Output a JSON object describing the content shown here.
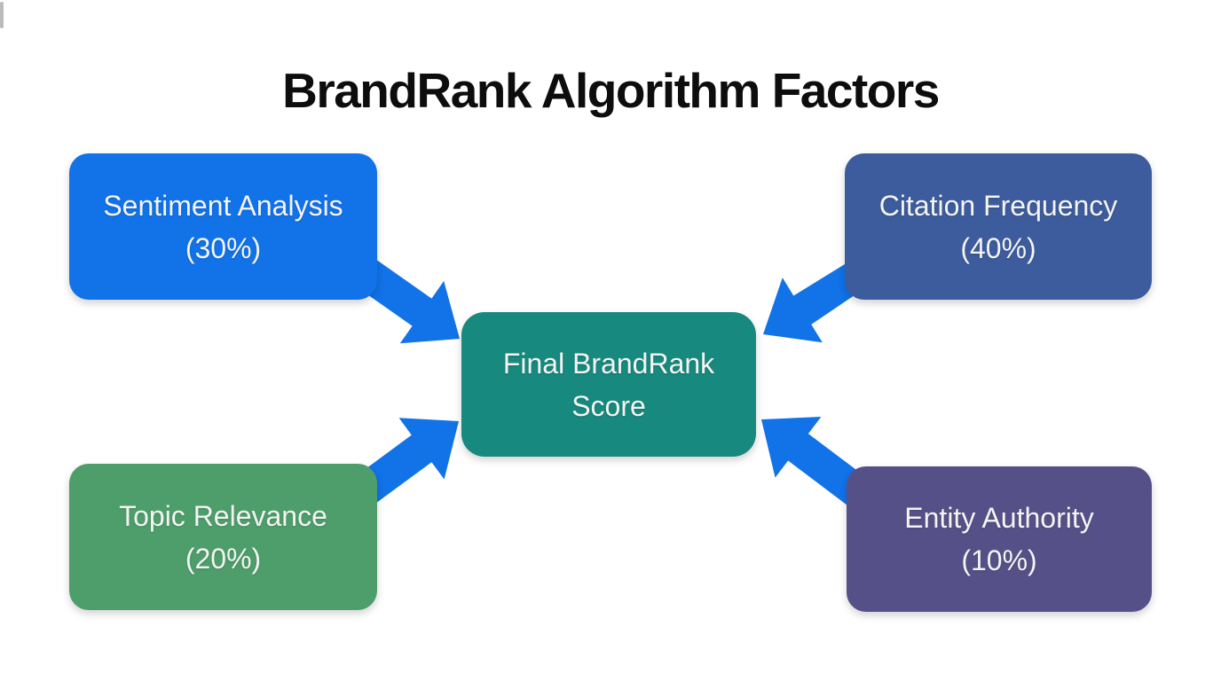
{
  "title": "BrandRank Algorithm Factors",
  "diagram": {
    "center": {
      "label": "Final BrandRank Score",
      "line1": "Final BrandRank",
      "line2": "Score",
      "color": "#17897e"
    },
    "factors": [
      {
        "name": "Sentiment Analysis",
        "weight": "(30%)",
        "weight_value": 30,
        "color": "#1272e8",
        "position": "top-left"
      },
      {
        "name": "Citation Frequency",
        "weight": "(40%)",
        "weight_value": 40,
        "color": "#3d5c9d",
        "position": "top-right"
      },
      {
        "name": "Topic Relevance",
        "weight": "(20%)",
        "weight_value": 20,
        "color": "#4d9e6b",
        "position": "bottom-left"
      },
      {
        "name": "Entity Authority",
        "weight": "(10%)",
        "weight_value": 10,
        "color": "#565088",
        "position": "bottom-right"
      }
    ],
    "arrow_color": "#1272e8"
  },
  "colors": {
    "background": "#ffffff",
    "title_text": "#0d0d0d",
    "box_text": "#f4f4f2"
  }
}
